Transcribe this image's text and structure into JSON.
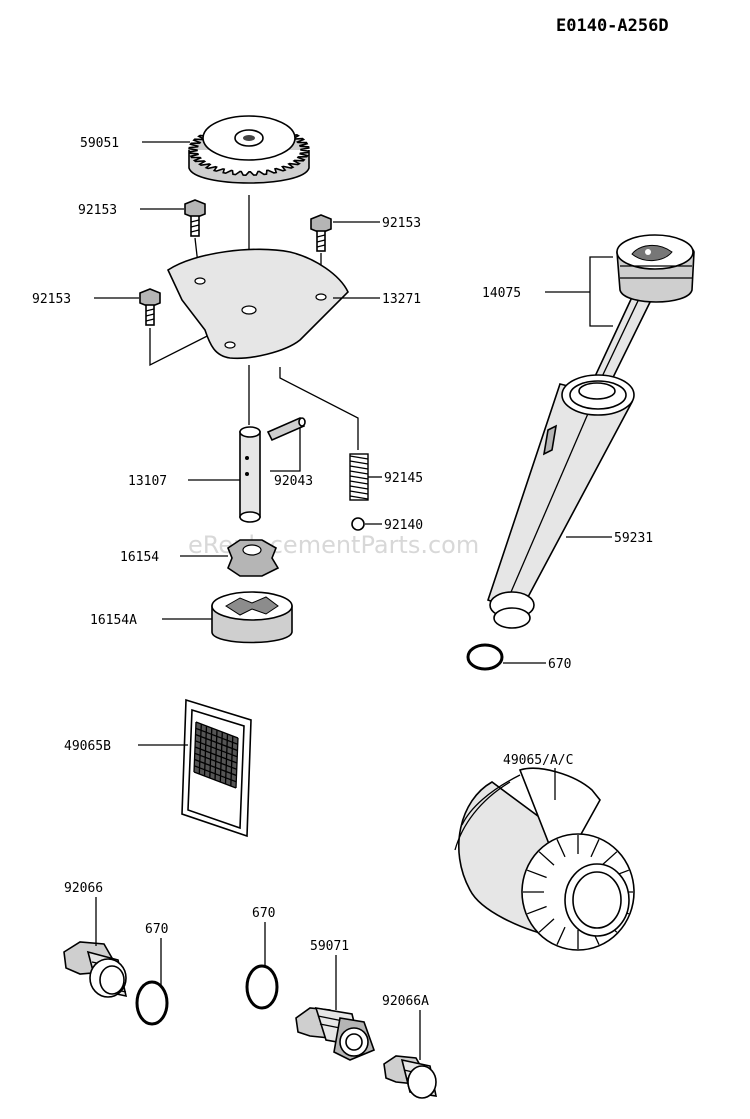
{
  "diagram_code": "E0140-A256D",
  "watermark": "eReplacementParts.com",
  "parts": [
    {
      "id": "gear",
      "label": "59051"
    },
    {
      "id": "bolt-top-left",
      "label": "92153"
    },
    {
      "id": "bolt-top-right",
      "label": "92153"
    },
    {
      "id": "bolt-left",
      "label": "92153"
    },
    {
      "id": "plate",
      "label": "13271"
    },
    {
      "id": "shaft",
      "label": "13107"
    },
    {
      "id": "pin",
      "label": "92043"
    },
    {
      "id": "spring",
      "label": "92145"
    },
    {
      "id": "ball",
      "label": "92140"
    },
    {
      "id": "inner-rotor",
      "label": "16154"
    },
    {
      "id": "outer-rotor",
      "label": "16154A"
    },
    {
      "id": "dipstick-cap",
      "label": "14075"
    },
    {
      "id": "dipstick-tube",
      "label": "59231"
    },
    {
      "id": "tube-oring",
      "label": "670"
    },
    {
      "id": "screen-filter",
      "label": "49065B"
    },
    {
      "id": "oil-filter",
      "label": "49065/A/C"
    },
    {
      "id": "drain-plug",
      "label": "92066"
    },
    {
      "id": "oring-a",
      "label": "670"
    },
    {
      "id": "oring-b",
      "label": "670"
    },
    {
      "id": "fitting",
      "label": "59071"
    },
    {
      "id": "plug-small",
      "label": "92066A"
    }
  ]
}
